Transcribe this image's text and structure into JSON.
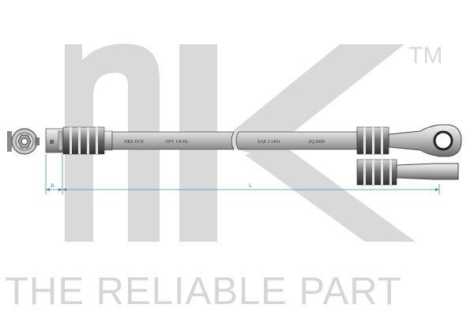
{
  "logo": {
    "mark": "nk",
    "trademark": "TM",
    "tagline": "THE RELIABLE PART",
    "color": "#d9d9d9"
  },
  "hose": {
    "print_1": "HBS DOT",
    "print_2": "OPT 1/8 HL",
    "print_3": "SAE J 1401",
    "print_4": "2Q/2009"
  },
  "dimensions": {
    "label_a": "A",
    "label_l": "L",
    "color": "#4a8aa8"
  }
}
